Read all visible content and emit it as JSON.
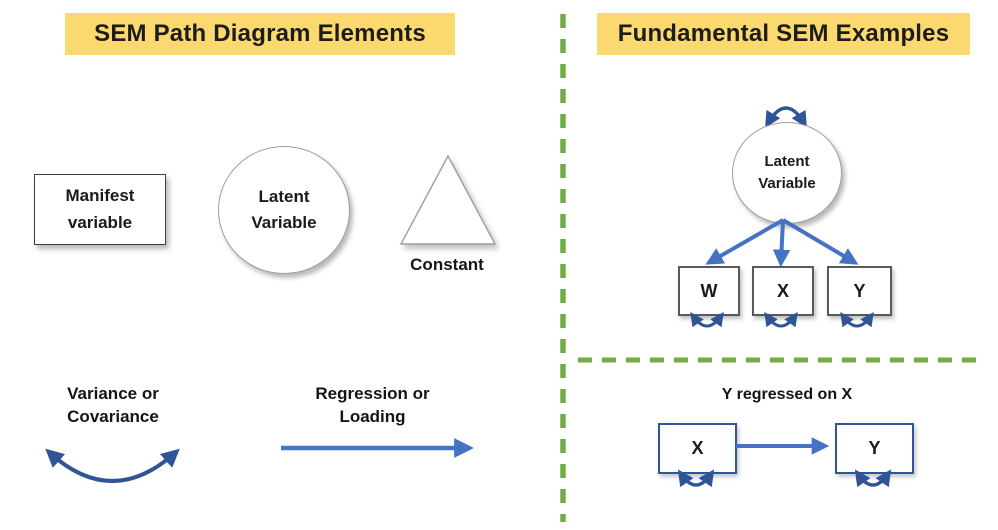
{
  "left_panel": {
    "title": "SEM Path Diagram Elements",
    "manifest_label": "Manifest variable",
    "latent_label": "Latent Variable",
    "constant_label": "Constant",
    "variance_label": "Variance or Covariance",
    "regression_label": "Regression or Loading"
  },
  "right_panel": {
    "title": "Fundamental SEM Examples",
    "example1": {
      "latent_label": "Latent Variable",
      "indicators": [
        "W",
        "X",
        "Y"
      ]
    },
    "example2": {
      "title": "Y regressed on X",
      "from_label": "X",
      "to_label": "Y"
    }
  },
  "icons": {
    "covariance_arrow": "curved-double-headed-arrow",
    "regression_arrow": "straight-right-arrow",
    "self_loop_arrow": "small-curved-double-headed-arrow",
    "divider_style": "green-dashed-line"
  },
  "colors": {
    "highlight_yellow": "#FBD96E",
    "divider_green": "#70AD47",
    "arrow_blue": "#4472C4",
    "arrow_dark_blue": "#2F5597",
    "box_border_gray": "#595959",
    "text_black": "#1a1a1a"
  }
}
